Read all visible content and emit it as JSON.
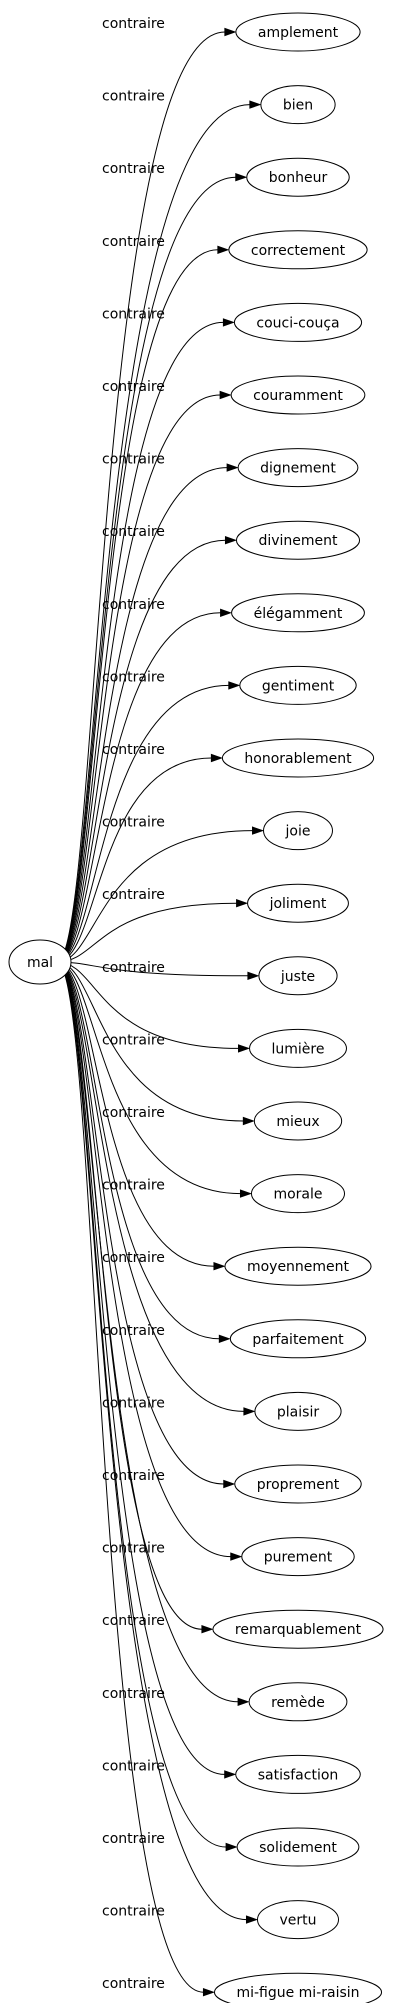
{
  "source": {
    "label": "mal"
  },
  "relation_label": "contraire",
  "targets": [
    "amplement",
    "bien",
    "bonheur",
    "correctement",
    "couci-couça",
    "couramment",
    "dignement",
    "divinement",
    "élégamment",
    "gentiment",
    "honorablement",
    "joie",
    "joliment",
    "juste",
    "lumière",
    "mieux",
    "morale",
    "moyennement",
    "parfaitement",
    "plaisir",
    "proprement",
    "purement",
    "remarquablement",
    "remède",
    "satisfaction",
    "solidement",
    "vertu",
    "mi-figue mi-raisin"
  ]
}
